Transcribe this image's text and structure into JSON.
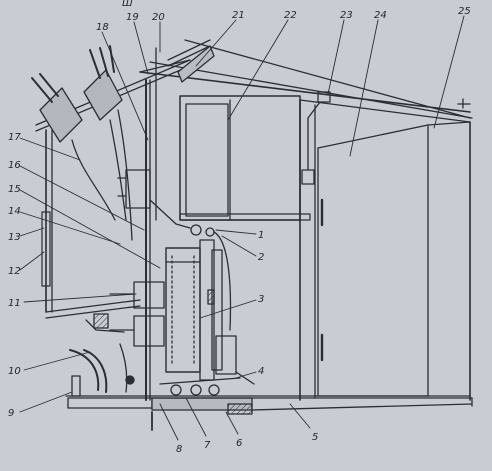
{
  "diagram": {
    "header_text": "Ш",
    "callouts": [
      {
        "num": "1"
      },
      {
        "num": "2"
      },
      {
        "num": "3"
      },
      {
        "num": "4"
      },
      {
        "num": "5"
      },
      {
        "num": "6"
      },
      {
        "num": "7"
      },
      {
        "num": "8"
      },
      {
        "num": "9"
      },
      {
        "num": "10"
      },
      {
        "num": "11"
      },
      {
        "num": "12"
      },
      {
        "num": "13"
      },
      {
        "num": "14"
      },
      {
        "num": "15"
      },
      {
        "num": "16"
      },
      {
        "num": "17"
      },
      {
        "num": "18"
      },
      {
        "num": "19"
      },
      {
        "num": "20"
      },
      {
        "num": "21"
      },
      {
        "num": "22"
      },
      {
        "num": "23"
      },
      {
        "num": "24"
      },
      {
        "num": "25"
      }
    ],
    "colors": {
      "background": "#c9ccd3",
      "ink": "#23262d"
    }
  }
}
